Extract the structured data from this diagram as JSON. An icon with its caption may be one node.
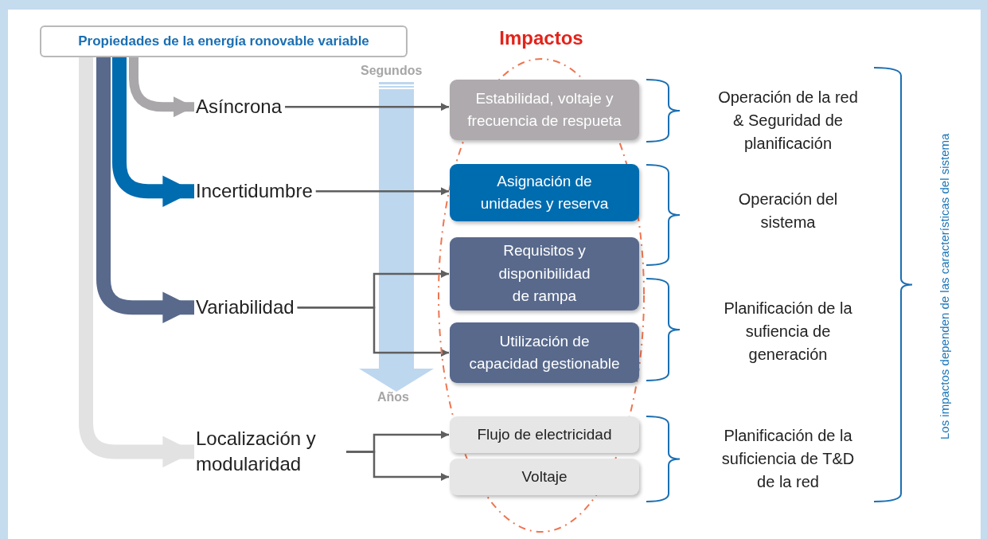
{
  "diagram": {
    "nodes": [
      {
        "text": [
          "Propiedades de la energía ronovable variable"
        ]
      },
      {
        "text": [
          "Asíncrona"
        ]
      },
      {
        "text": [
          "Incertidumbre"
        ]
      },
      {
        "text": [
          "Variabilidad"
        ]
      },
      {
        "text": [
          "Localización y modularidad"
        ]
      },
      {
        "text": [
          "Impactos"
        ]
      },
      {
        "text": [
          "Estabilidad, voltaje y frecuencia de respueta"
        ],
        "in": 5
      },
      {
        "text": [
          "Asignación de unidades y reserva"
        ],
        "in": 5
      },
      {
        "text": [
          "Requisitos y disponibilidad de rampa"
        ],
        "in": 5
      },
      {
        "text": [
          "Utilización de capacidad gestionable"
        ],
        "in": 5
      },
      {
        "text": [
          "Flujo de electricidad"
        ],
        "in": 5
      },
      {
        "text": [
          "Voltaje"
        ],
        "in": 5
      }
    ],
    "edges": [
      {
        "from": 0,
        "to": 1,
        "arrow": "to",
        "style": "thick",
        "color": "#a9a7aa"
      },
      {
        "from": 0,
        "to": 2,
        "arrow": "to",
        "style": "thick",
        "color": "#006cb0"
      },
      {
        "from": 0,
        "to": 3,
        "arrow": "to",
        "style": "thick",
        "color": "#58698c"
      },
      {
        "from": 0,
        "to": 4,
        "arrow": "to",
        "style": "thick",
        "color": "#e2e2e2"
      },
      {
        "from": 1,
        "to": 6,
        "arrow": "to"
      },
      {
        "from": 2,
        "to": 7,
        "arrow": "to"
      },
      {
        "from": 3,
        "to": 8,
        "arrow": "to"
      },
      {
        "from": 3,
        "to": 9,
        "arrow": "to"
      },
      {
        "from": 4,
        "to": 10,
        "arrow": "to"
      },
      {
        "from": 4,
        "to": 11,
        "arrow": "to"
      }
    ],
    "labels": [
      "Segundos",
      "Operación de la red & Seguridad de planificación",
      "Operación del sistema",
      "Planificación de la sufiencia de generación",
      "Años",
      "Planificación de la suficiencia de T&D de la red",
      "Los impactos dependen de las características del sistema"
    ]
  }
}
